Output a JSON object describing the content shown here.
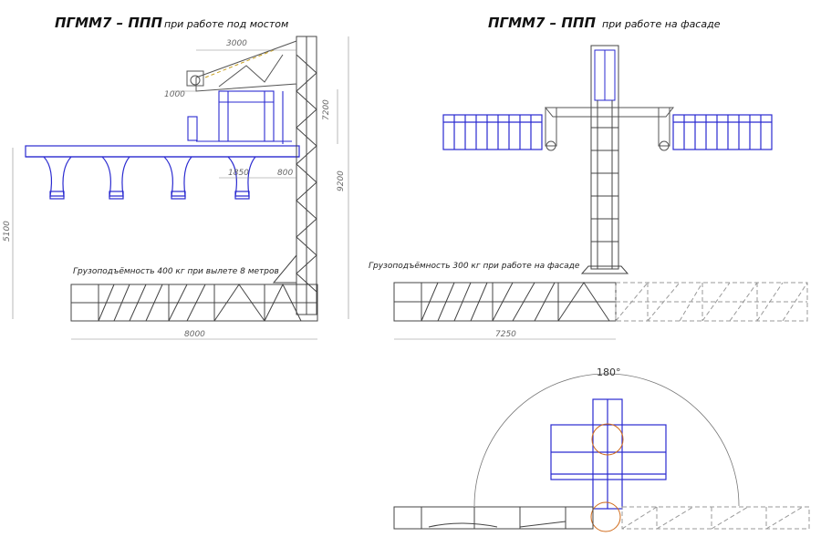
{
  "left_view": {
    "title_main": "ПГММ7 – ППП",
    "title_sub": "при работе под мостом",
    "capacity_note": "Грузоподъёмность 400 кг при вылете 8 метров",
    "dims": {
      "boom_reach": "3000",
      "hook_offset": "1000",
      "upper_height": "7200",
      "total_height": "9200",
      "platform_left": "1850",
      "platform_right": "800",
      "bridge_height": "5100",
      "base_length": "8000"
    }
  },
  "right_view": {
    "title_main": "ПГММ7 – ППП",
    "title_sub": "при работе на фасаде",
    "capacity_note": "Грузоподъёмность 300 кг при работе на фасаде",
    "dims": {
      "base_length": "7250"
    }
  },
  "plan_view": {
    "rotation_angle": "180°"
  },
  "colors": {
    "line": "#3a3a3a",
    "structure": "#2a2ad0",
    "dimension": "#666666",
    "accent": "#d06a1a"
  }
}
